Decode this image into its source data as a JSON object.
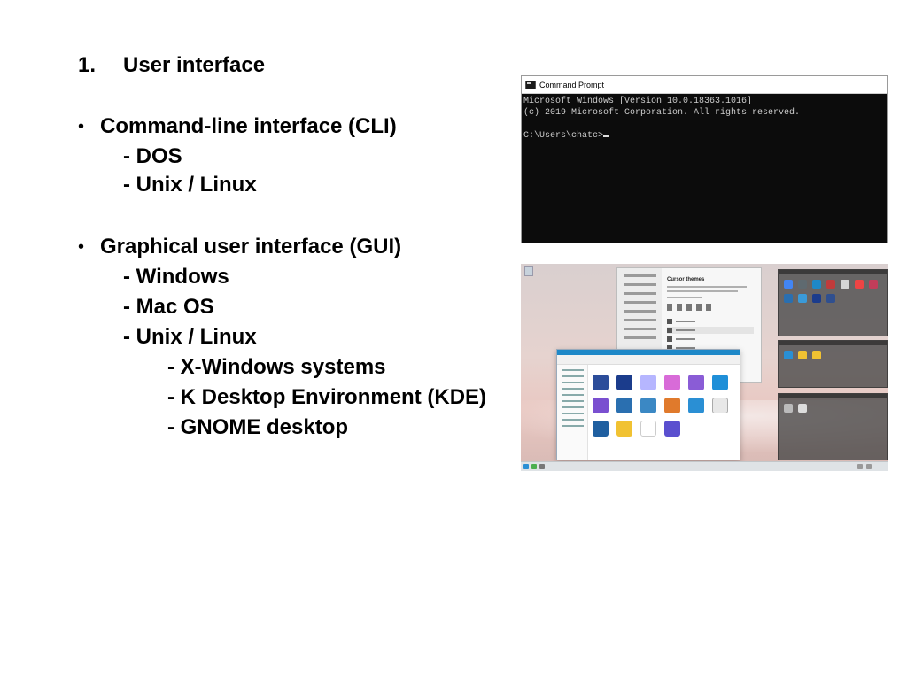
{
  "heading": {
    "number": "1.",
    "title": "User interface"
  },
  "sections": [
    {
      "bullet": "•",
      "label": "Command-line interface (CLI)",
      "items": [
        "- DOS",
        "- Unix / Linux"
      ]
    },
    {
      "bullet": "•",
      "label": "Graphical user interface (GUI)",
      "items": [
        "- Windows",
        "- Mac OS",
        "- Unix / Linux"
      ],
      "subitems": [
        "- X-Windows systems",
        "- K Desktop Environment (KDE)",
        "- GNOME desktop"
      ]
    }
  ],
  "command_prompt": {
    "window_title": "Command Prompt",
    "lines": [
      "Microsoft Windows [Version 10.0.18363.1016]",
      "(c) 2019 Microsoft Corporation. All rights reserved.",
      "",
      "C:\\Users\\chatc>"
    ]
  },
  "desktop_screenshot": {
    "settings_heading": "Cursor themes"
  },
  "colors": {
    "console_bg": "#0c0c0c",
    "console_text": "#cccccc",
    "accent_blue": "#1e88c8"
  }
}
